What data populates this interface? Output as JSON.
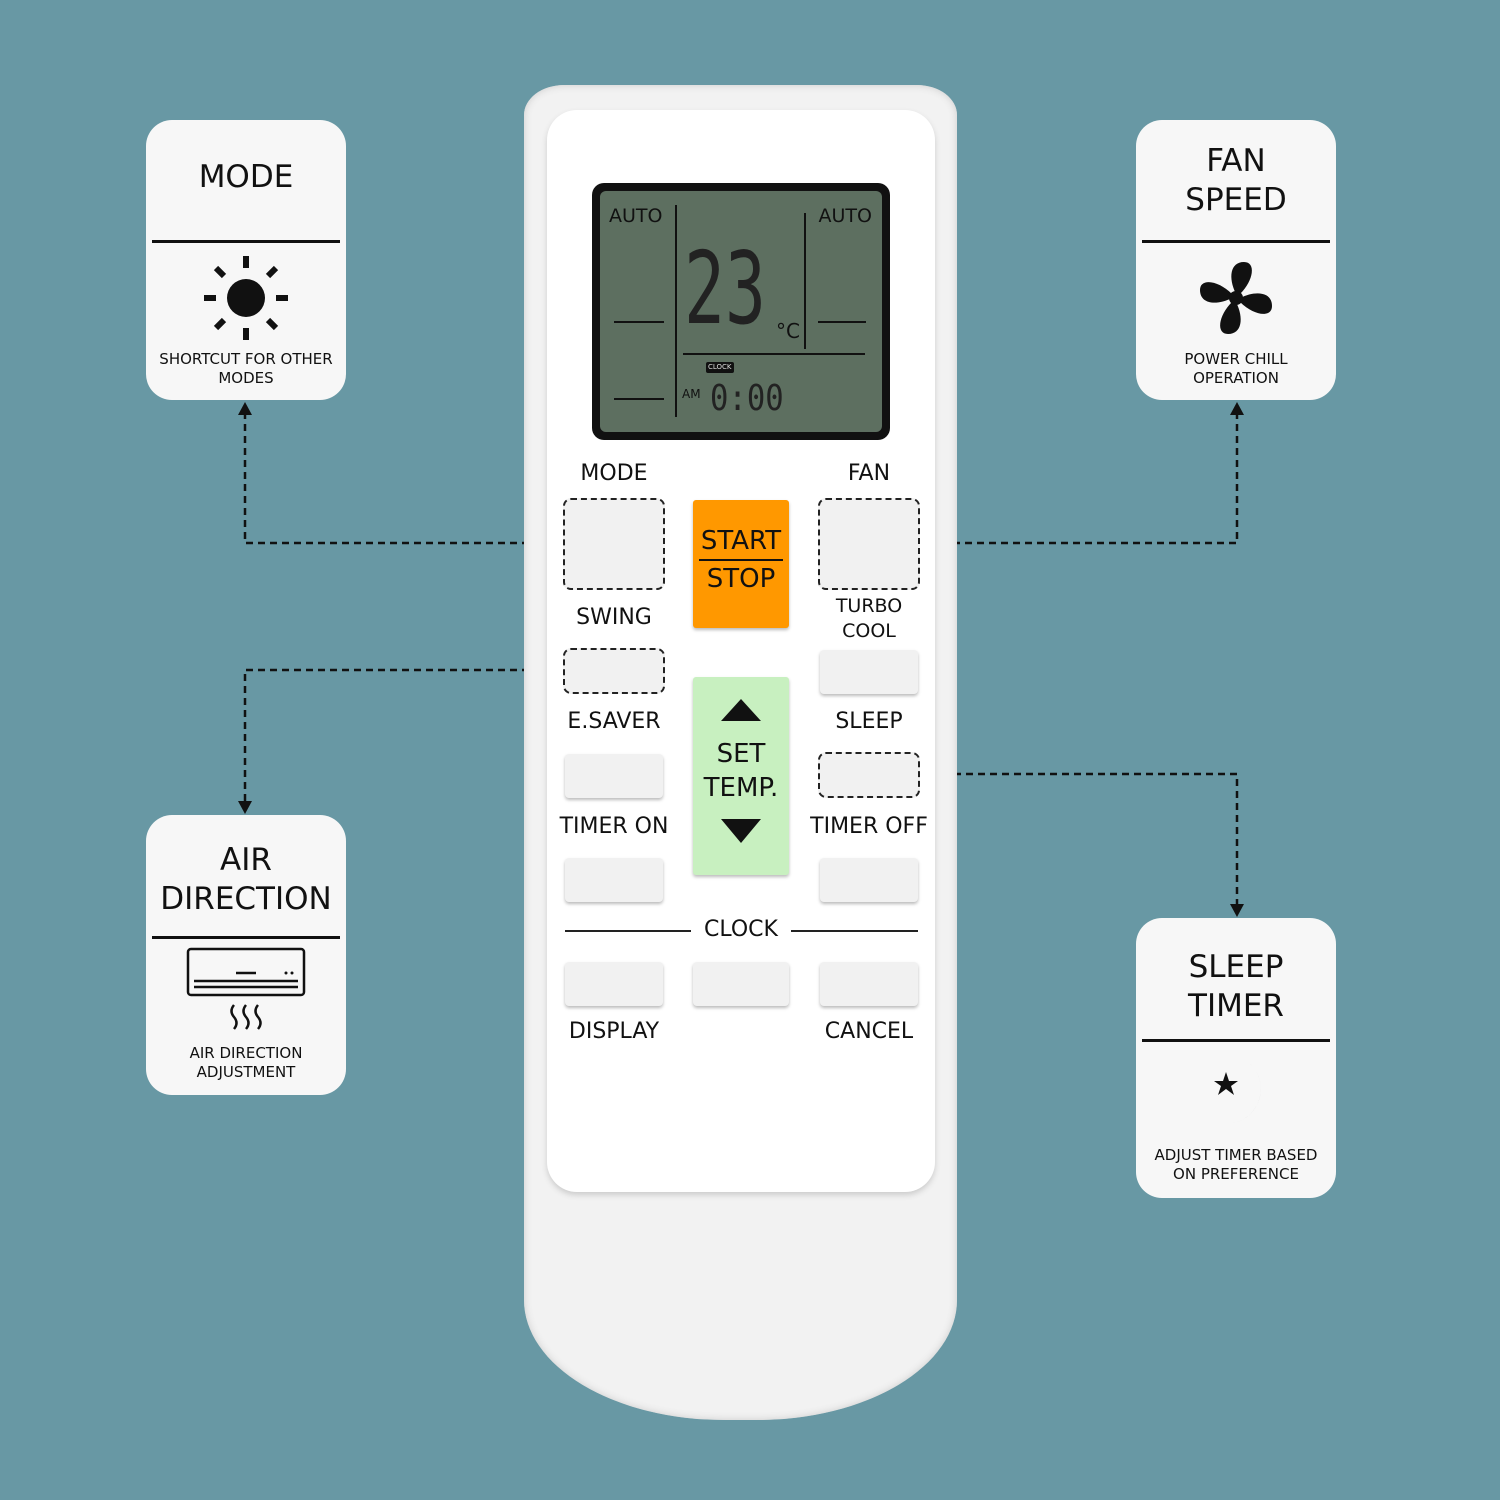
{
  "cards": {
    "mode": {
      "title": "MODE",
      "desc": "SHORTCUT FOR OTHER MODES",
      "icon": "sun-icon"
    },
    "fan_speed": {
      "title": "FAN SPEED",
      "desc": "POWER CHILL OPERATION",
      "icon": "fan-icon"
    },
    "air_direction": {
      "title": "AIR DIRECTION",
      "desc": "AIR DIRECTION ADJUSTMENT",
      "icon": "air-conditioner-icon"
    },
    "sleep_timer": {
      "title": "SLEEP TIMER",
      "desc": "ADJUST TIMER BASED ON PREFERENCE",
      "icon": "moon-star-icon"
    }
  },
  "lcd": {
    "left_mode": "AUTO",
    "right_mode": "AUTO",
    "temperature": "23",
    "unit": "°C",
    "clock_badge": "CLOCK",
    "ampm": "AM",
    "time": "0:00"
  },
  "buttons": {
    "mode": "MODE",
    "fan": "FAN",
    "start": "START",
    "stop": "STOP",
    "swing": "SWING",
    "turbo": "TURBO",
    "cool": "COOL",
    "esaver": "E.SAVER",
    "sleep": "SLEEP",
    "set": "SET",
    "temp": "TEMP.",
    "timer_on": "TIMER ON",
    "timer_off": "TIMER OFF",
    "clock": "CLOCK",
    "display": "DISPLAY",
    "cancel": "CANCEL"
  },
  "colors": {
    "background": "#6898a4",
    "start_stop": "#ff9800",
    "set_temp": "#c8f0c0"
  }
}
